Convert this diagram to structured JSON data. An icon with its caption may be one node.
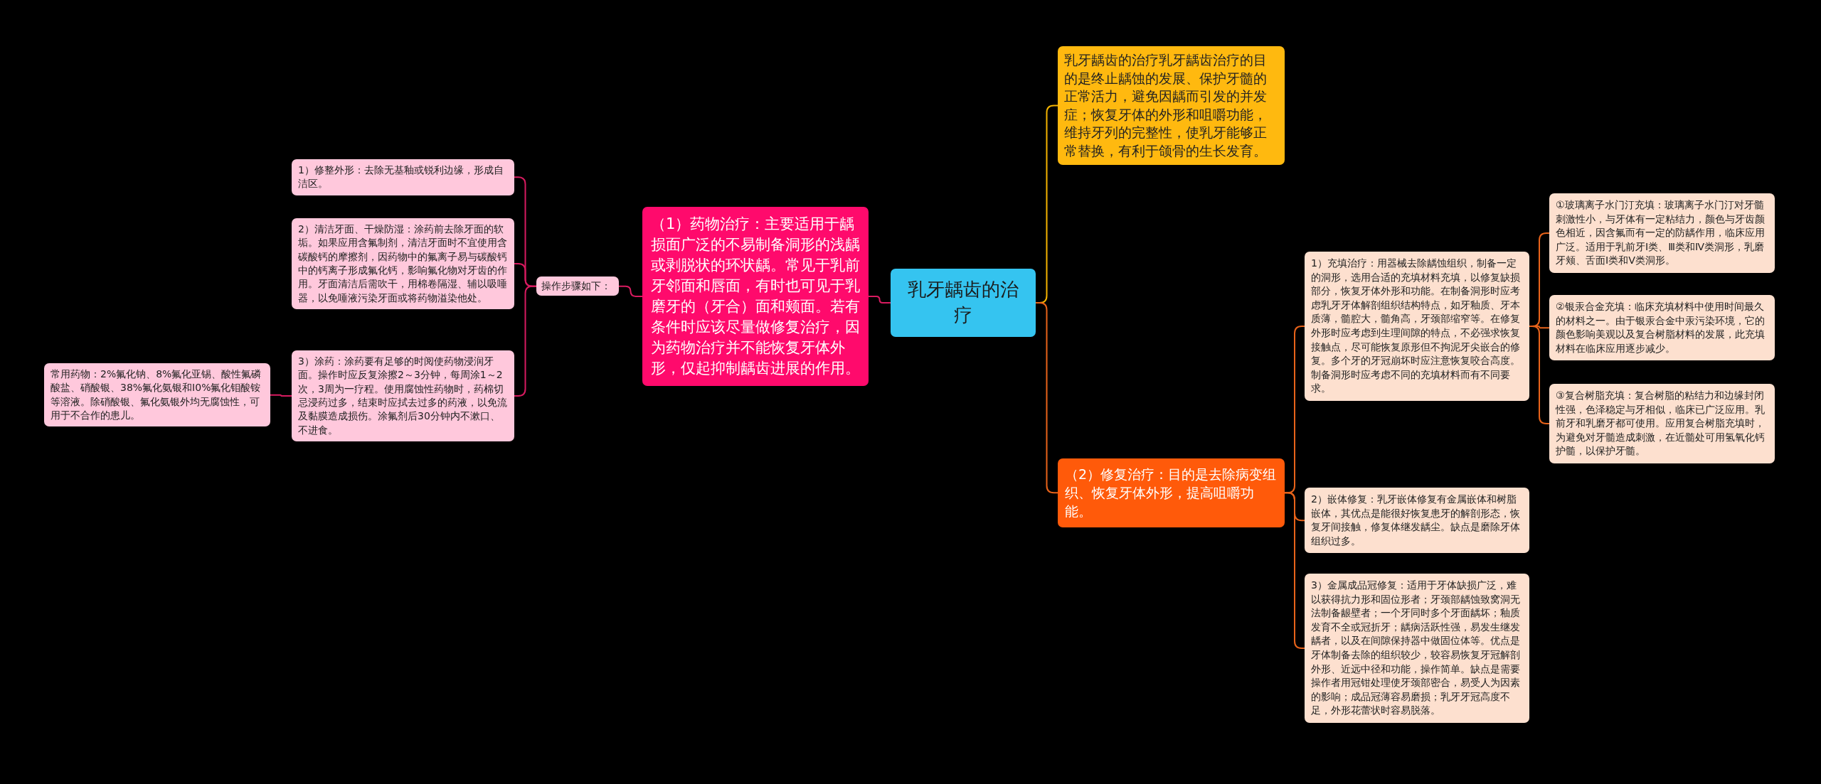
{
  "diagram": {
    "nodes": [
      {
        "text": [
          "乳牙龋齿的治疗"
        ]
      },
      {
        "text": [
          "（1）药物治疗：主要适用于龋损面广泛的不易制备洞形的浅龋或剥脱状的环状龋。常见于乳前牙邻面和唇面，有时也可见于乳磨牙的（牙合）面和颊面。若有条件时应该尽量做修复治疗，因为药物治疗并不能恢复牙体外形，仅起抑制龋齿进展的作用。"
        ]
      },
      {
        "text": [
          "操作步骤如下："
        ]
      },
      {
        "text": [
          "1）修整外形：去除无基釉或锐利边缘，形成自洁区。"
        ]
      },
      {
        "text": [
          "2）清洁牙面、干燥防湿：涂药前去除牙面的软垢。如果应用含氟制剂，清洁牙面时不宜使用含碳酸钙的摩擦剂，因药物中的氟离子易与碳酸钙中的钙离子形成氟化钙，影响氟化物对牙齿的作用。牙面清洁后需吹干，用棉卷隔湿、辅以吸唾器，以免唾液污染牙面或将药物溢染他处。"
        ]
      },
      {
        "text": [
          "3）涂药：涂药要有足够的时阅使药物浸润牙面。操作时应反复涂擦2～3分钟，每周涂1～2次，3周为一疗程。使用腐蚀性药物时，药棉切忌浸药过多，结束时应拭去过多的药液，以免流及黏膜造成损伤。涂氟剂后30分钟内不漱口、不进食。"
        ]
      },
      {
        "text": [
          "常用药物：2%氟化钠、8%氟化亚锡、酸性氟磷酸盐、硝酸银、38%氟化氨银和I0%氟化钼酸铵等溶液。除硝酸银、氟化氨银外均无腐蚀性，可用于不合作的患儿。"
        ]
      },
      {
        "text": [
          "乳牙龋齿的治疗乳牙龋齿治疗的目的是终止龋蚀的发展、保护牙髓的正常活力，避免因龋而引发的并发症；恢复牙体的外形和咀嚼功能，维持牙列的完整性，使乳牙能够正常替换，有利于颌骨的生长发育。"
        ]
      },
      {
        "text": [
          "（2）修复治疗：目的是去除病变组织、恢复牙体外形，提高咀嚼功能。"
        ]
      },
      {
        "text": [
          "1）充填治疗：用器械去除龋蚀组织，制备一定的洞形，选用合适的充填材料充填，以修复缺损部分，恢复牙体外形和功能。在制备洞形时应考虑乳牙牙体解剖组织结构特点，如牙釉质、牙本质薄，髓腔大，髓角高，牙颈部缩窄等。在修复外形时应考虑到生理间隙的特点，不必强求恢复接触点，尽可能恢复原形但不拘泥牙尖嵌合的修复。多个牙的牙冠崩坏时应注意恢复咬合高度。制备洞形时应考虑不同的充填材料而有不同要求。"
        ]
      },
      {
        "text": [
          "2）嵌体修复：乳牙嵌体修复有金属嵌体和树脂嵌体，其优点是能很好恢复患牙的解剖形态，恢复牙间接触，修复体继发龋尘。缺点是磨除牙体组织过多。"
        ]
      },
      {
        "text": [
          "3）金属成品冠修复：适用于牙体缺损广泛，难以获得抗力形和固位形者；牙颈部龋蚀致窝洞无法制备龈壁者；一个牙同时多个牙面龋坏；釉质发育不全或冠折牙；龋病活跃性强，易发生继发龋者，以及在间隙保持器中做固位体等。优点是牙体制备去除的组织较少，较容易恢复牙冠解剖外形、近远中径和功能，操作简单。缺点是需要操作者用冠钳处理使牙颈部密合，易受人为因素的影响；成品冠薄容易磨损；乳牙牙冠高度不足，外形花蕾状时容易脱落。"
        ]
      },
      {
        "text": [
          "①玻璃离子水门汀充填：玻璃离子水门汀对牙髓刺激性小，与牙体有一定粘结力，颜色与牙齿颜色相近，因含氟而有一定的防龋作用，临床应用广泛。适用于乳前牙Ⅰ类、Ⅲ类和Ⅳ类洞形，乳磨牙颊、舌面Ⅰ类和Ⅴ类洞形。"
        ]
      },
      {
        "text": [
          "②银汞合金充填：临床充填材料中使用时间最久的材料之一。由于银汞合金中汞污染环境，它的颜色影响美观以及复合树脂材料的发展，此充填材料在临床应用逐步减少。"
        ]
      },
      {
        "text": [
          "③复合树脂充填：复合树脂的粘结力和边缘封闭性强，色泽稳定与牙相似，临床已广泛应用。乳前牙和乳磨牙都可使用。应用复合树脂充填时，为避免对牙髓造成刺激，在近髓处可用氢氧化钙护髓，以保护牙髓。"
        ]
      }
    ],
    "edges": [
      {
        "from": 0,
        "to": 1,
        "arrow": "none",
        "color": "#d81b60"
      },
      {
        "from": 1,
        "to": 2,
        "arrow": "none",
        "color": "#d81b60"
      },
      {
        "from": 2,
        "to": 3,
        "arrow": "none",
        "color": "#d81b60"
      },
      {
        "from": 2,
        "to": 4,
        "arrow": "none",
        "color": "#d81b60"
      },
      {
        "from": 2,
        "to": 5,
        "arrow": "none",
        "color": "#d81b60"
      },
      {
        "from": 5,
        "to": 6,
        "arrow": "none",
        "color": "#d81b60"
      },
      {
        "from": 0,
        "to": 7,
        "arrow": "none",
        "color": "#f5b400"
      },
      {
        "from": 0,
        "to": 8,
        "arrow": "none"
      },
      {
        "from": 8,
        "to": 9,
        "arrow": "none"
      },
      {
        "from": 8,
        "to": 10,
        "arrow": "none"
      },
      {
        "from": 8,
        "to": 11,
        "arrow": "none"
      },
      {
        "from": 9,
        "to": 12,
        "arrow": "none"
      },
      {
        "from": 9,
        "to": 13,
        "arrow": "none"
      },
      {
        "from": 9,
        "to": 14,
        "arrow": "none"
      }
    ]
  }
}
